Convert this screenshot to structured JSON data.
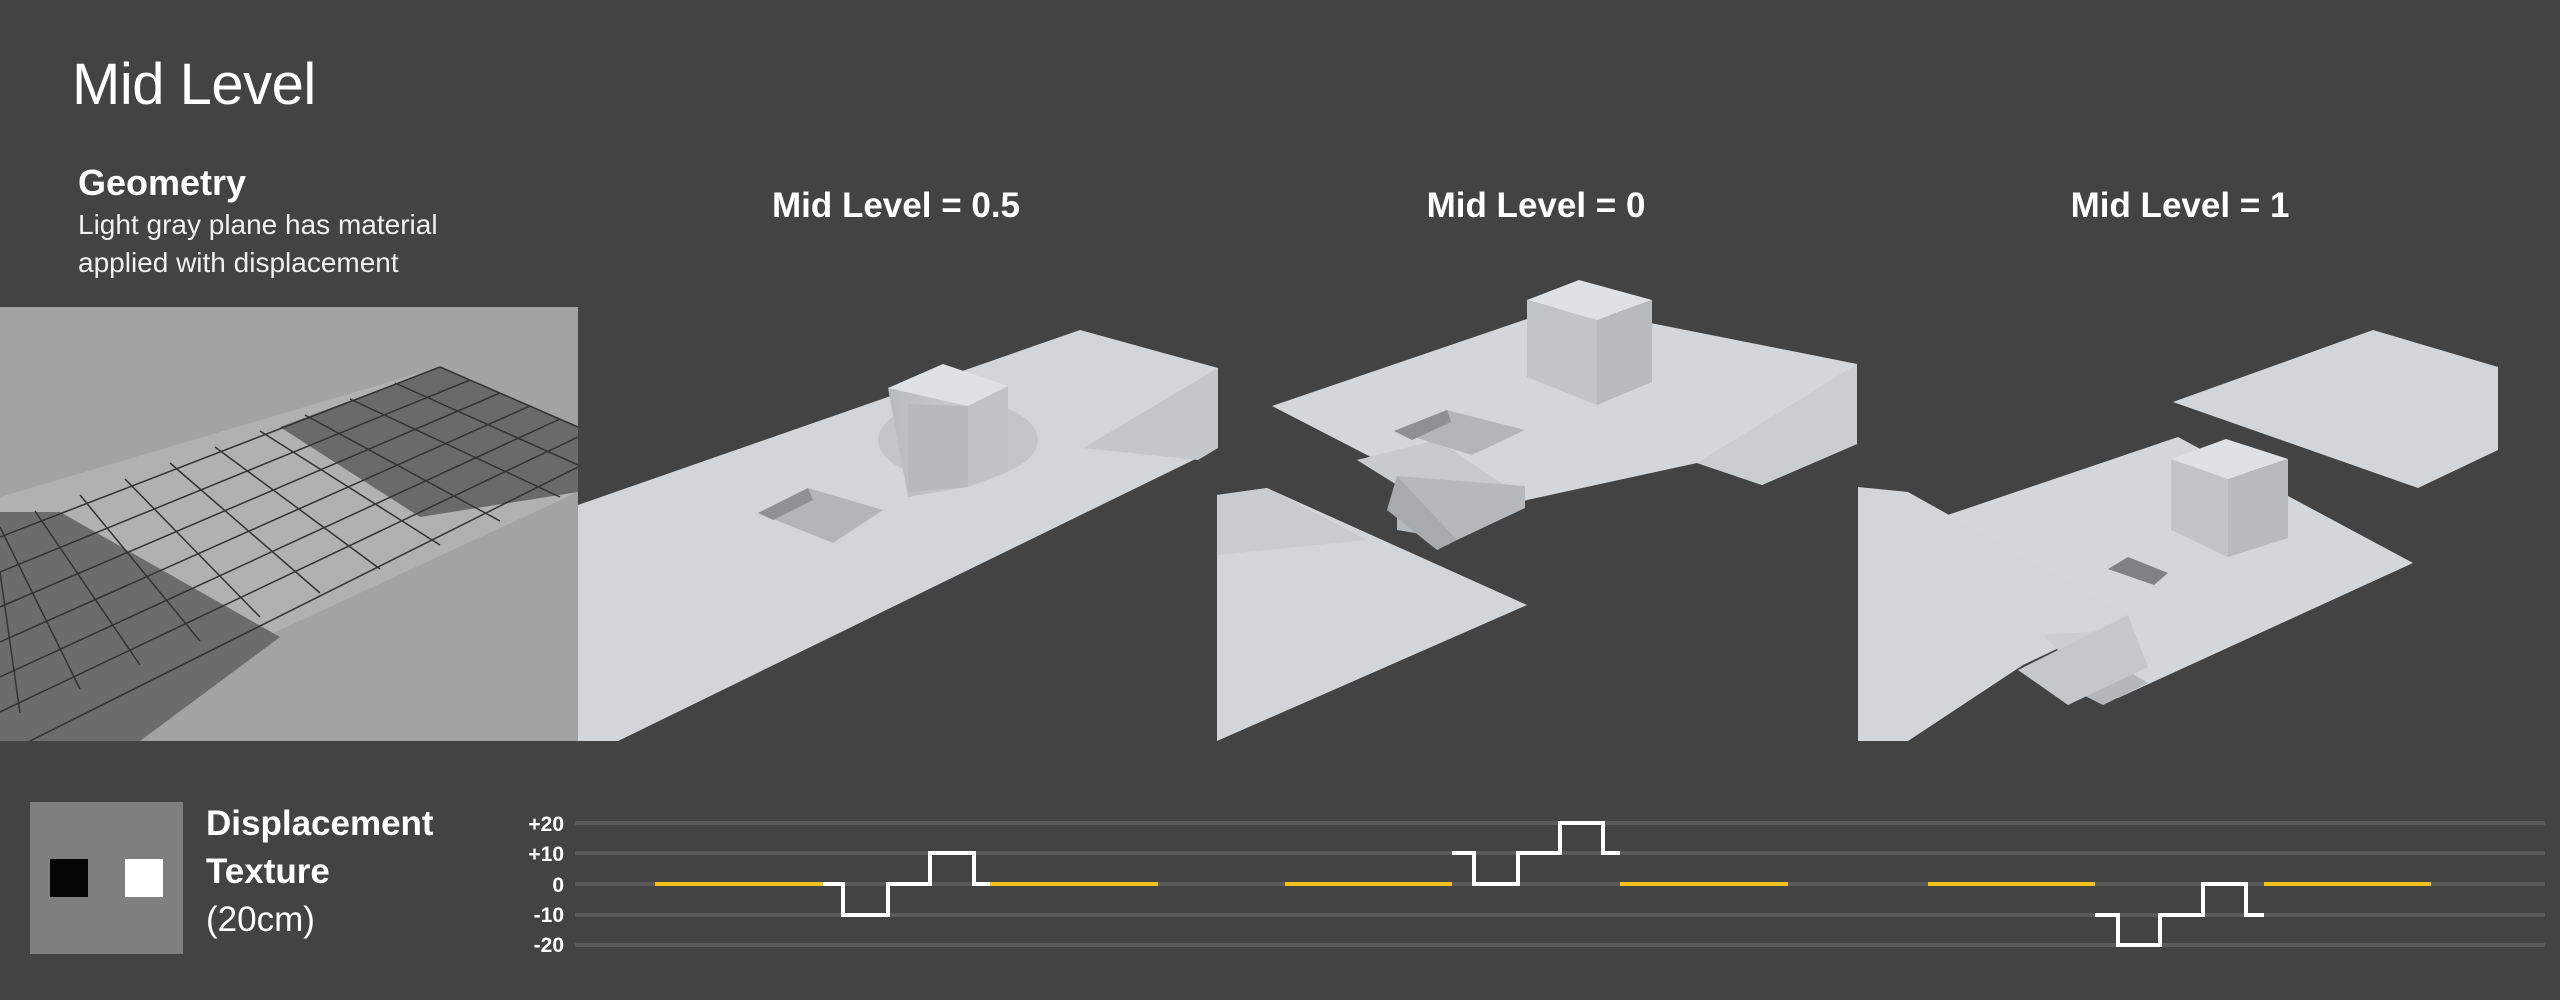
{
  "title": "Mid Level",
  "geometry": {
    "heading": "Geometry",
    "description": "Light gray plane has material applied with displacement"
  },
  "panels": [
    {
      "label": "Mid Level = 0.5"
    },
    {
      "label": "Mid Level = 0"
    },
    {
      "label": "Mid Level = 1"
    }
  ],
  "texture": {
    "line1": "Displacement",
    "line2": "Texture",
    "line3": "(20cm)"
  },
  "graph": {
    "ticks": [
      "+20",
      "+10",
      "0",
      "-10",
      "-20"
    ]
  },
  "colors": {
    "background": "#434343",
    "plane": "#d3d6d8",
    "baseline": "#f2c11b",
    "profile": "#ffffff",
    "gridline": "#5a5a5a"
  }
}
